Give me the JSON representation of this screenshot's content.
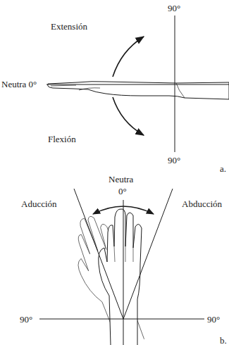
{
  "diagram": {
    "labels": [
      "90°",
      "Extensión",
      "Neutra 0°",
      "Flexión",
      "90°",
      "a.",
      "Neutra",
      "0°",
      "Aducción",
      "Abducción",
      "90°",
      "90°",
      "b."
    ]
  }
}
